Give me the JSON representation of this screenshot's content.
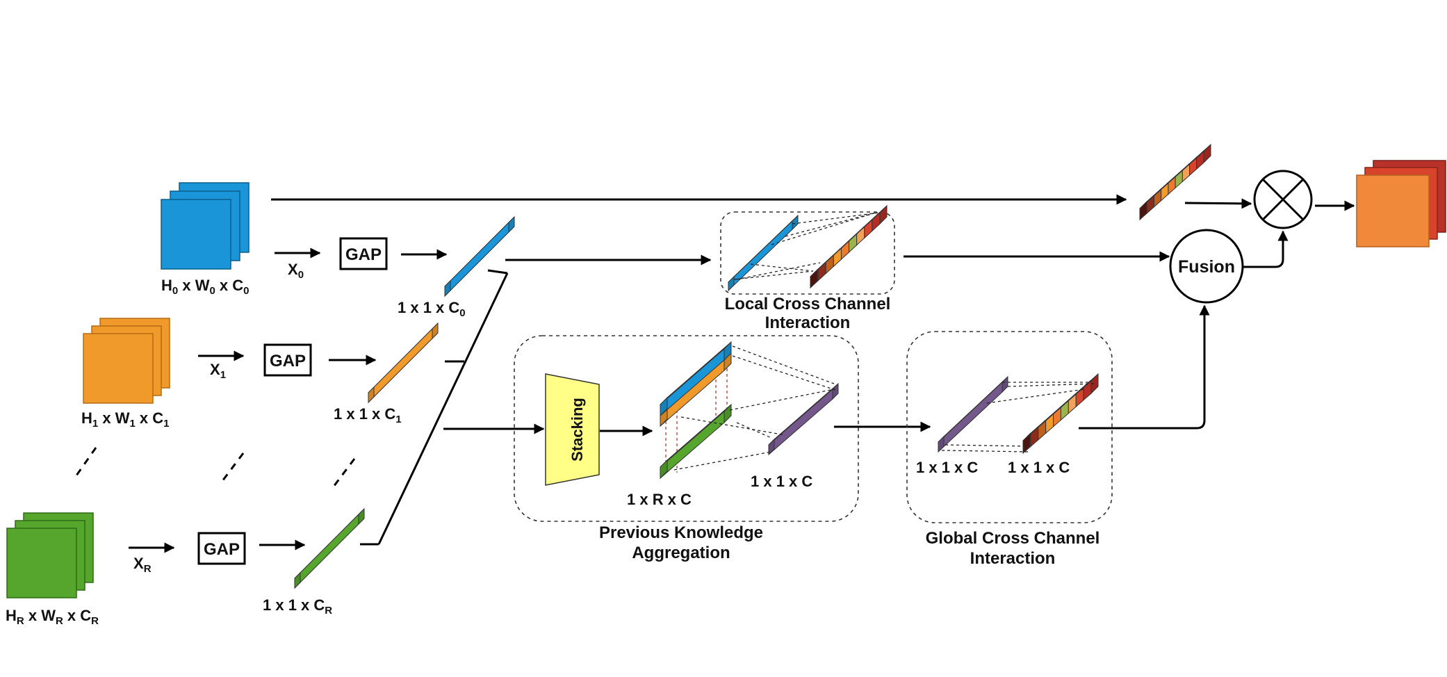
{
  "labels": {
    "in0": {
      "main": "H",
      "s1": "0",
      "m2": " x W",
      "s2": "0",
      "m3": " x C",
      "s3": "0"
    },
    "in1": {
      "main": "H",
      "s1": "1",
      "m2": " x W",
      "s2": "1",
      "m3": " x C",
      "s3": "1"
    },
    "inR": {
      "main": "H",
      "s1": "R",
      "m2": " x W",
      "s2": "R",
      "m3": " x C",
      "s3": "R"
    },
    "x0": {
      "main": "X",
      "sub": "0"
    },
    "x1": {
      "main": "X",
      "sub": "1"
    },
    "xR": {
      "main": "X",
      "sub": "R"
    },
    "gap": "GAP",
    "v0": {
      "main": "1 x 1 x C",
      "sub": "0"
    },
    "v1": {
      "main": "1 x 1 x C",
      "sub": "1"
    },
    "vR": {
      "main": "1 x 1 x C",
      "sub": "R"
    },
    "stacking": "Stacking",
    "stack_dim": "1 x R x C",
    "pka_out_dim": "1 x 1 x C",
    "gcci_in_dim": "1 x 1 x C",
    "gcci_out_dim": "1 x 1 x C",
    "fusion": "Fusion"
  },
  "titles": {
    "lcci": [
      "Local Cross Channel",
      "Interaction"
    ],
    "pka": [
      "Previous Knowledge",
      "Aggregation"
    ],
    "gcci": [
      "Global Cross Channel",
      "Interaction"
    ]
  },
  "colors": {
    "blue": "#1a96d8",
    "orange": "#f09a2c",
    "green": "#56a62e",
    "purple": "#74588c",
    "yellow": "#ffff88",
    "output": "#f08a3a",
    "output_back": "#b8322a",
    "gradient": [
      "#5a1712",
      "#8b2c1e",
      "#c0601d",
      "#f39c2d",
      "#ec7a2c",
      "#9db44c",
      "#f0a25a",
      "#d8432b",
      "#b52d27"
    ]
  },
  "icons": {
    "multiply": "circled-times-icon"
  }
}
